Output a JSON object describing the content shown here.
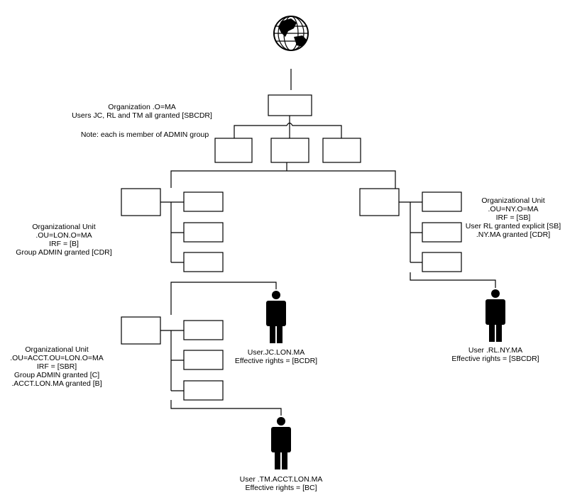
{
  "diagram": {
    "type": "NDS directory tree / rights inheritance",
    "root_icon": "globe-icon",
    "organization": {
      "lines": [
        "Organization .O=MA",
        "Users JC, RL and TM all granted [SBCDR]"
      ],
      "note": "Note:  each is member of ADMIN group"
    },
    "ou_lon": {
      "lines": [
        "Organizational Unit",
        ".OU=LON.O=MA",
        "IRF = [B]",
        "Group ADMIN granted [CDR]"
      ]
    },
    "ou_ny": {
      "lines": [
        "Organizational Unit",
        ".OU=NY.O=MA",
        "IRF = [SB]",
        "User RL granted explicit [SB]",
        ".NY.MA granted [CDR]"
      ]
    },
    "ou_acct": {
      "lines": [
        "Organizational Unit",
        ".OU=ACCT.OU=LON.O=MA",
        "IRF = [SBR]",
        "Group ADMIN granted [C]",
        ".ACCT.LON.MA granted [B]"
      ]
    },
    "users": [
      {
        "id": "jc",
        "name": "User.JC.LON.MA",
        "rights": "Effective rights = [BCDR]"
      },
      {
        "id": "rl",
        "name": "User .RL.NY.MA",
        "rights": "Effective rights = [SBCDR]"
      },
      {
        "id": "tm",
        "name": "User .TM.ACCT.LON.MA",
        "rights": "Effective rights = [BC]"
      }
    ]
  }
}
